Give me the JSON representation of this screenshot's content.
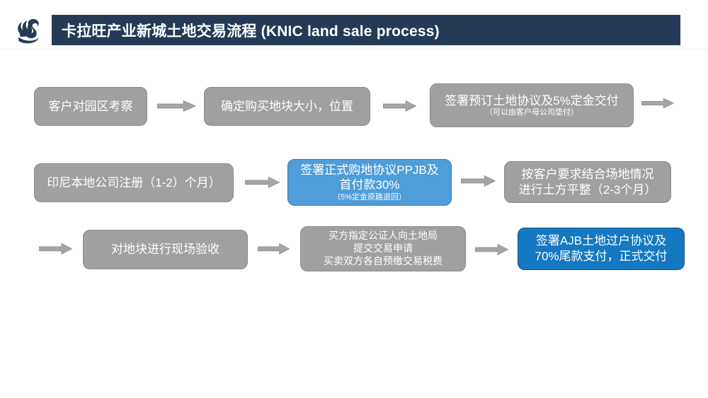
{
  "header": {
    "title": "卡拉旺产业新城土地交易流程 (KNIC land sale process)",
    "logo_name": "swan-logo"
  },
  "colors": {
    "header_bar": "#253A56",
    "logo_navy": "#253A56",
    "box_gray_fill": "#A0A0A0",
    "box_gray_border": "#8B8B8B",
    "box_blue_fill": "#4F9DD9",
    "box_blue_border": "#3877B3",
    "box_darkblue_fill": "#1478C2",
    "box_darkblue_border": "#1E4E79",
    "arrow_fill": "#A5A5A5",
    "arrow_border": "#8F8F8F"
  },
  "boxes": {
    "r1b1": {
      "lines": [
        "客户对园区考察"
      ]
    },
    "r1b2": {
      "lines": [
        "确定购买地块大小，位置"
      ]
    },
    "r1b3": {
      "lines": [
        "签署预订土地协议及5%定金交付"
      ],
      "sub": "（可以由客户母公司垫付）"
    },
    "r2b1": {
      "lines": [
        "印尼本地公司注册（1-2）个月）"
      ]
    },
    "r2b2": {
      "lines": [
        "签署正式购地协议PPJB及",
        "首付款30%"
      ],
      "sub": "（5%定金原路退回）"
    },
    "r2b3": {
      "lines": [
        "按客户要求结合场地情况",
        "进行土方平整（2-3个月）"
      ]
    },
    "r3b1": {
      "lines": [
        "对地块进行现场验收"
      ]
    },
    "r3b2": {
      "lines": [
        "买方指定公证人向土地局",
        "提交交易申请",
        "买卖双方各自预缴交易税费"
      ]
    },
    "r3b3": {
      "lines": [
        "签署AJB土地过户协议及",
        "70%尾款支付，正式交付"
      ]
    }
  }
}
